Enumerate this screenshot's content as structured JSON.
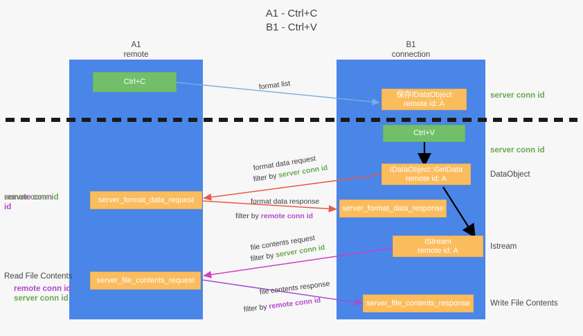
{
  "title": {
    "line1": "A1 - Ctrl+C",
    "line2": "B1 - Ctrl+V"
  },
  "lanes": [
    {
      "id": "a1",
      "name": "A1",
      "sub": "remote",
      "color": "#4a86e8"
    },
    {
      "id": "b1",
      "name": "B1",
      "sub": "connection",
      "color": "#4a86e8"
    }
  ],
  "colors": {
    "lane": "#4a86e8",
    "green_box": "#72bf6a",
    "orange_box": "#fbbc5e",
    "server_conn": "#6aa84f",
    "remote_conn": "#b14bc9",
    "arrow_blue": "#78aee0",
    "arrow_red": "#e8594a",
    "arrow_magenta": "#cf3fc0",
    "arrow_purple": "#a14fd0",
    "arrow_black": "#000000",
    "background": "#f7f7f7",
    "text": "#434343"
  },
  "nodes": {
    "ctrl_c": "Ctrl+C",
    "ctrl_v": "Ctrl+V",
    "save_idataobject": "保存IDataObject\nremote id: A",
    "idataobject_getdata": "IDataObject::GetData\nremote id: A",
    "istream": "IStream\nremote id: A",
    "server_format_data_request": "server_format_data_request",
    "server_format_data_response": "server_format_data_response",
    "server_file_contents_request": "server_file_contents_request",
    "server_file_contents_response": "server_file_contents_response"
  },
  "right_notes": {
    "server_conn_id_1": "server conn id",
    "server_conn_id_2": "server conn id",
    "dataobject": "DataObject",
    "istream": "Istream",
    "write_file_contents": "Write File Contents"
  },
  "left_notes": {
    "remote_conn_id_1": "remote conn id",
    "server_conn_id_1": "server conn id",
    "read_file_contents": "Read File Contents",
    "remote_conn_id_2": "remote conn id",
    "server_conn_id_2": "server conn id"
  },
  "edges": {
    "format_list": "format list",
    "format_data_request": "format data request",
    "format_data_request_filter_prefix": "filter by ",
    "format_data_request_filter_value": "server conn id",
    "format_data_response": "format data response",
    "format_data_response_filter_prefix": "filter by ",
    "format_data_response_filter_value": "remote conn id",
    "file_contents_request": "file contents request",
    "file_contents_request_filter_prefix": "filter by ",
    "file_contents_request_filter_value": "server conn id",
    "file_contents_response": "file contents response",
    "file_contents_response_filter_prefix": "filter by ",
    "file_contents_response_filter_value": "remote conn id"
  }
}
